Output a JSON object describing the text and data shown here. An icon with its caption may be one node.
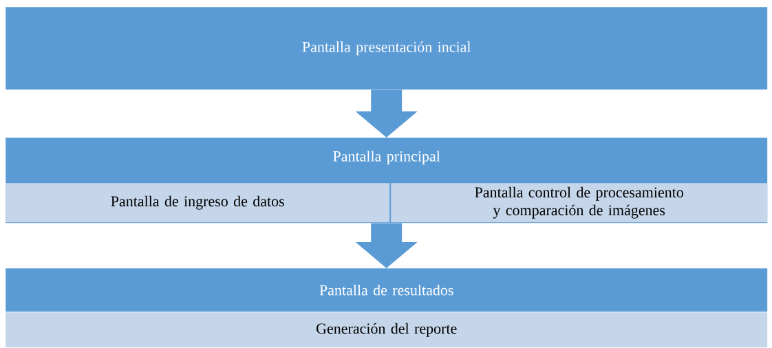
{
  "diagram": {
    "nodes": [
      {
        "text": [
          "Pantalla presentación incial"
        ]
      },
      {
        "text": [
          "Pantalla principal"
        ]
      },
      {
        "text": [
          "Pantalla de ingreso de datos"
        ],
        "in": 1
      },
      {
        "text": [
          "Pantalla control de procesamiento y comparación de imágenes"
        ],
        "in": 1
      },
      {
        "text": [
          "Pantalla de resultados"
        ]
      },
      {
        "text": [
          "Generación del reporte"
        ]
      }
    ],
    "edges": [
      {
        "from": 0,
        "to": 1,
        "arrow": "to"
      },
      {
        "from": 1,
        "to": 4,
        "arrow": "to"
      }
    ]
  }
}
